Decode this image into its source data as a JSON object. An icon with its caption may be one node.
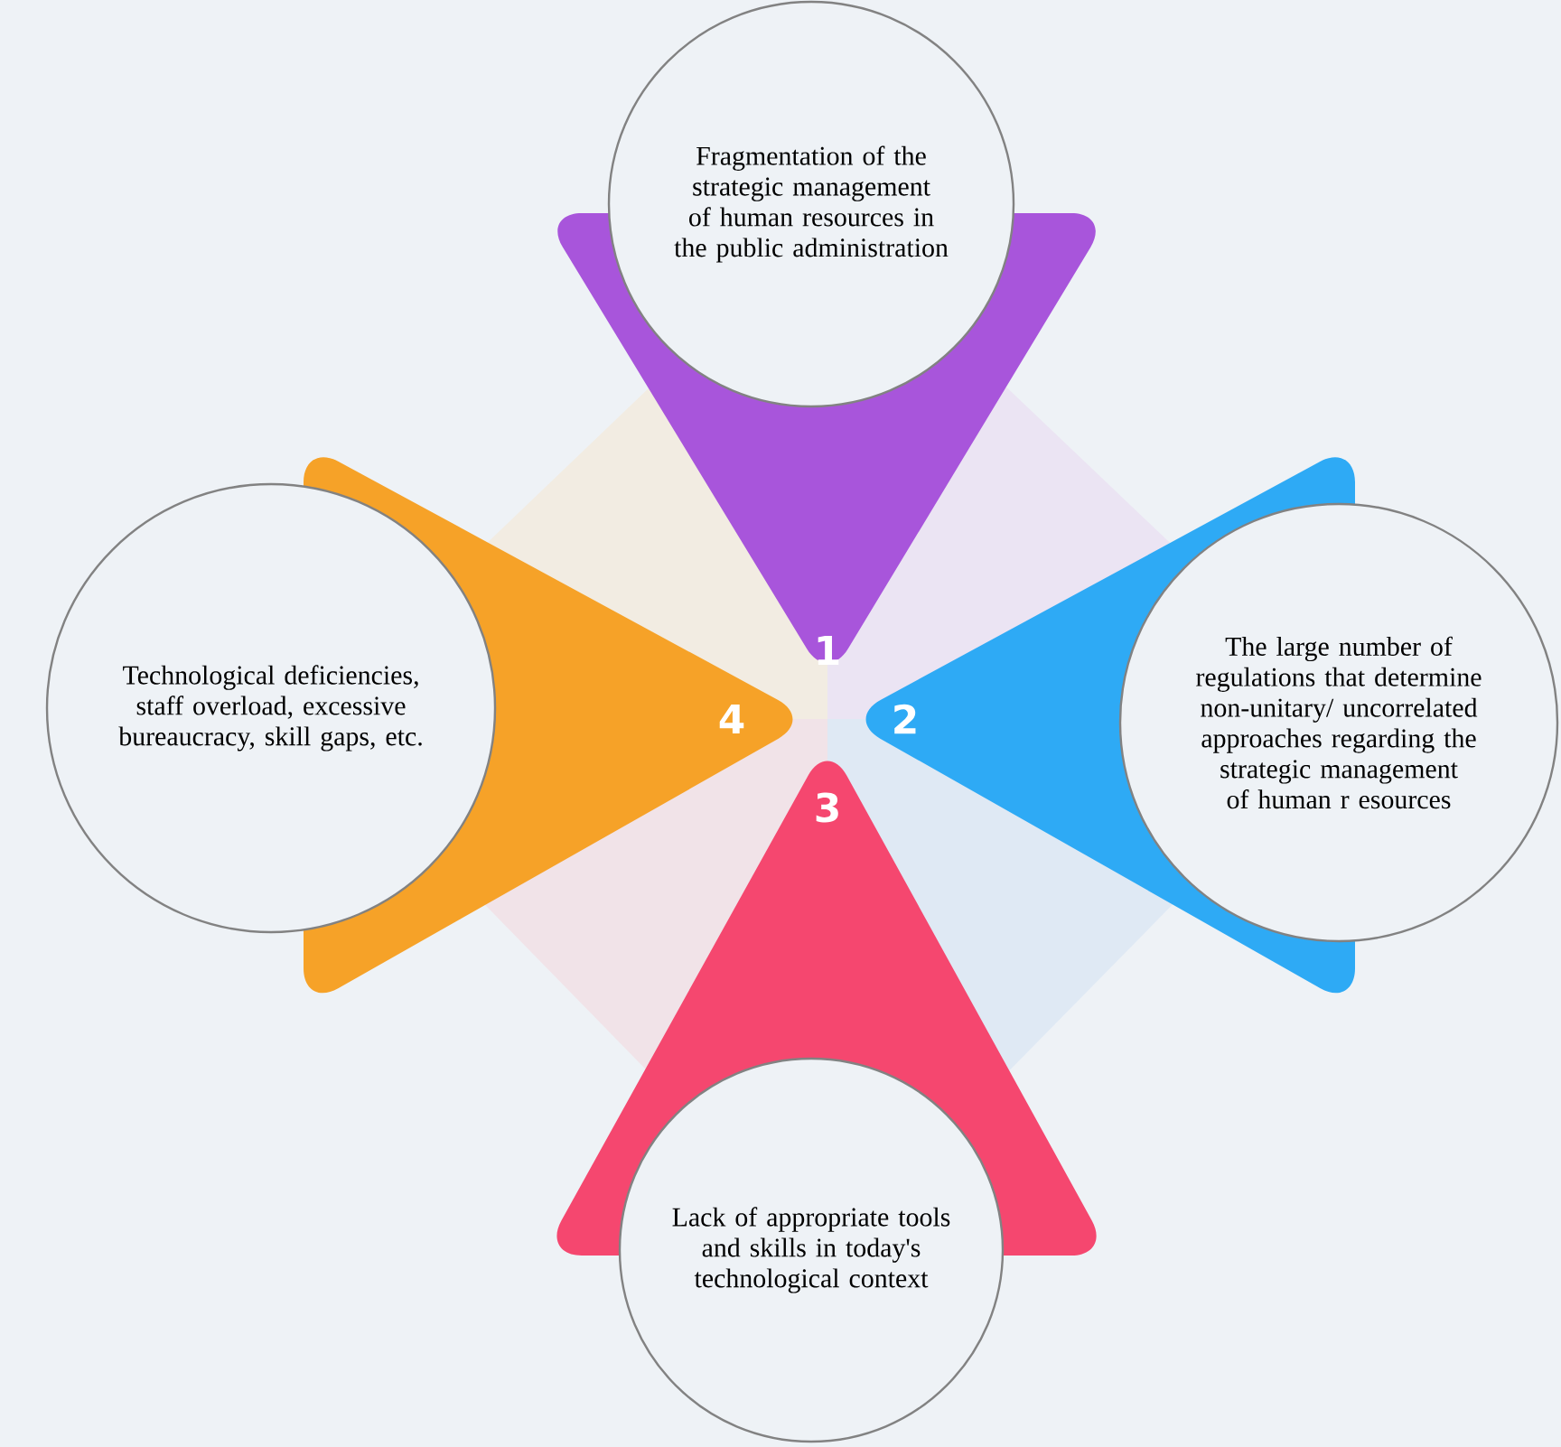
{
  "diagram": {
    "nodes": [
      {
        "text": [
          "Fragmentation of the strategic management of human resources in the public administration"
        ]
      },
      {
        "text": [
          "1"
        ]
      },
      {
        "text": [
          "2"
        ]
      },
      {
        "text": [
          "The large number of regulations that determine non-unitary/ uncorrelated approaches regarding the strategic management of human r esources"
        ]
      },
      {
        "text": [
          "Technological deficiencies, staff overload, excessive bureaucracy, skill gaps, etc."
        ]
      },
      {
        "text": [
          "4"
        ]
      },
      {
        "text": [
          "3"
        ]
      },
      {
        "text": [
          "Lack of appropriate tools and skills in today's technological context"
        ]
      }
    ]
  }
}
